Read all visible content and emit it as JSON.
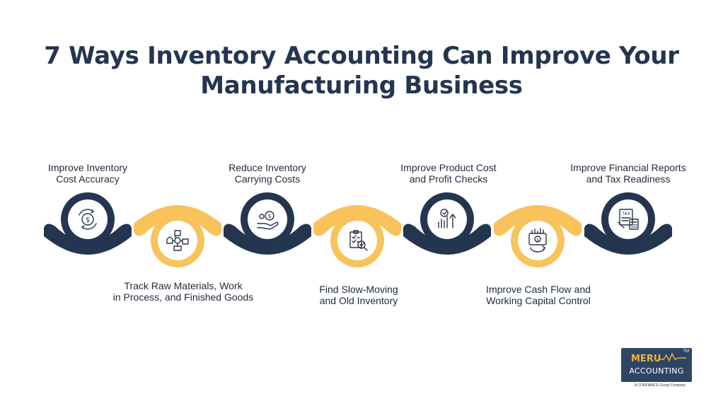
{
  "title": {
    "line1": "7 Ways Inventory Accounting Can Improve Your",
    "line2": "Manufacturing Business"
  },
  "colors": {
    "navy": "#243550",
    "gold": "#f8c35a",
    "title": "#243550",
    "logo_bg": "#2f4566",
    "logo_accent": "#f2b233"
  },
  "steps": [
    {
      "icon": "dollar-cycle-icon",
      "line1": "Improve Inventory",
      "line2": "Cost Accuracy",
      "position": "top"
    },
    {
      "icon": "factory-flow-icon",
      "line1": "Track Raw Materials, Work",
      "line2": "in Process, and Finished Goods",
      "position": "bottom"
    },
    {
      "icon": "hand-coins-icon",
      "line1": "Reduce Inventory",
      "line2": "Carrying Costs",
      "position": "top"
    },
    {
      "icon": "clipboard-search-icon",
      "line1": "Find Slow-Moving",
      "line2": "and Old Inventory",
      "position": "bottom"
    },
    {
      "icon": "growth-chart-icon",
      "line1": "Improve Product Cost",
      "line2": "and Profit Checks",
      "position": "top"
    },
    {
      "icon": "cash-flow-icon",
      "line1": "Improve Cash Flow and",
      "line2": "Working Capital Control",
      "position": "bottom"
    },
    {
      "icon": "tax-report-icon",
      "line1": "Improve Financial Reports",
      "line2": "and Tax Readiness",
      "position": "top"
    }
  ],
  "logo": {
    "name_top": "MERU",
    "name_bottom": "ACCOUNTING",
    "tm": "TM",
    "tagline": "A CONFIANCE Group Company"
  }
}
